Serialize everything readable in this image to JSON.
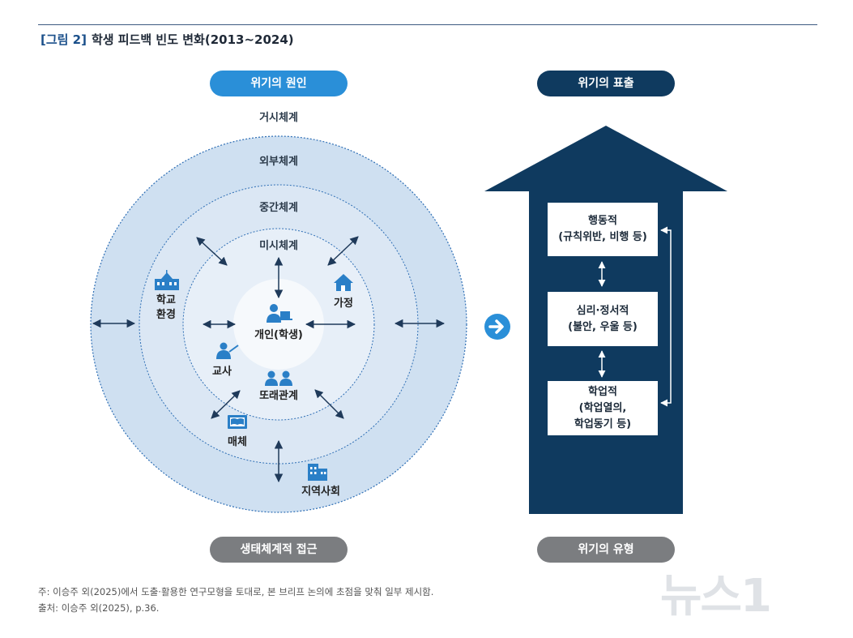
{
  "figure": {
    "tag": "[그림 2]",
    "title": "학생 피드백 빈도 변화(2013~2024)"
  },
  "pills": {
    "cause": "위기의 원인",
    "expression": "위기의 표출",
    "ecological": "생태체계적 접근",
    "type": "위기의 유형"
  },
  "rings": {
    "macro": "거시체계",
    "exo": "외부체계",
    "meso": "중간체계",
    "micro": "미시체계"
  },
  "nodes": {
    "center": "개인(학생)",
    "school_line1": "학교",
    "school_line2": "환경",
    "family": "가정",
    "teacher": "교사",
    "peers": "또래관계",
    "media": "매체",
    "community": "지역사회"
  },
  "crisis_boxes": [
    {
      "lines": [
        "행동적",
        "(규칙위반, 비행 등)"
      ]
    },
    {
      "lines": [
        "심리·정서적",
        "(불안, 우울 등)"
      ]
    },
    {
      "lines": [
        "학업적",
        "(학업열의,",
        "학업동기 등)"
      ]
    }
  ],
  "notes": {
    "note": "주: 이승주 외(2025)에서 도출·활용한 연구모형을 토대로, 본 브리프 논의에 초점을 맞춰 일부 제시함.",
    "source": "출처: 이승주 외(2025), p.36."
  },
  "watermark": "뉴스1",
  "colors": {
    "title_accent": "#1a4f8a",
    "cause_pill": "#2a8fd8",
    "expression": "#0f3a5f",
    "gray_pill": "#7b7d80",
    "ring_outer": "#cfe0f1",
    "ring_exo": "#dde9f5",
    "ring_meso": "#e8f0f8",
    "ring_micro": "#f1f6fb",
    "icon": "#2a7fc7"
  }
}
